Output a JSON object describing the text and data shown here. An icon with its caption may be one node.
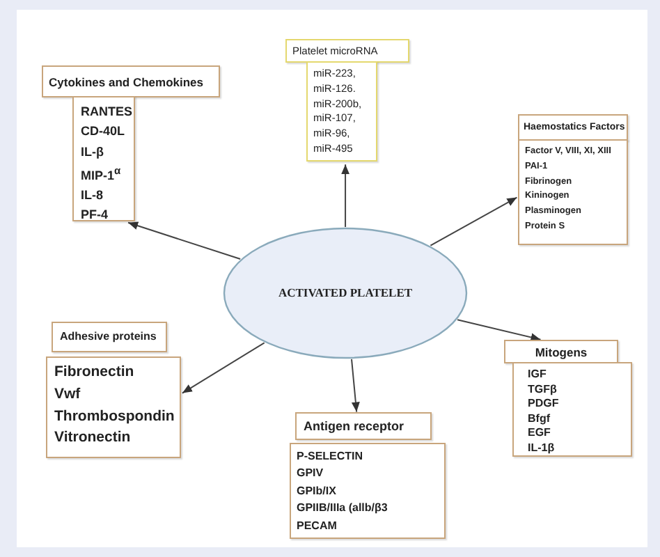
{
  "diagram": {
    "nodes": [
      {
        "text": [
          "ACTIVATED PLATELET"
        ]
      },
      {
        "text": [
          "Cytokines and Chemokines"
        ]
      },
      {
        "text": [
          "RANTES",
          "CD-40L",
          "IL-β",
          "MIP-1$^{α}$",
          "IL-8",
          "PF-4"
        ]
      },
      {
        "text": [
          "Platelet microRNA"
        ]
      },
      {
        "text": [
          "miR-223,",
          "miR-126.",
          "miR-200b,",
          "miR-107,",
          "miR-96,",
          "miR-495"
        ]
      },
      {
        "text": [
          "Haemostatics Factors"
        ]
      },
      {
        "text": [
          "Factor V, VIII, XI, XIII",
          "PAI-1",
          "Fibrinogen",
          "Kininogen",
          "Plasminogen",
          "Protein S"
        ]
      },
      {
        "text": [
          "Adhesive proteins"
        ]
      },
      {
        "text": [
          "Fibronectin",
          "Vwf",
          "Thrombospondin",
          "Vitronectin"
        ]
      },
      {
        "text": [
          "Antigen receptor"
        ]
      },
      {
        "text": [
          "P-SELECTIN",
          "GPIV",
          "GPIb/IX",
          "GPIIB/IIIa (allb/β3",
          "PECAM"
        ]
      },
      {
        "text": [
          "Mitogens"
        ]
      },
      {
        "text": [
          "IGF",
          "TGFβ",
          "PDGF",
          "Bfgf",
          "EGF",
          "IL-1β"
        ]
      }
    ],
    "edges": [
      {
        "from": 0,
        "to": 2,
        "arrow": "to"
      },
      {
        "from": 0,
        "to": 4,
        "arrow": "to"
      },
      {
        "from": 0,
        "to": 6,
        "arrow": "to"
      },
      {
        "from": 0,
        "to": 8,
        "arrow": "to"
      },
      {
        "from": 0,
        "to": 9,
        "arrow": "to"
      },
      {
        "from": 0,
        "to": 11,
        "arrow": "to"
      }
    ]
  }
}
